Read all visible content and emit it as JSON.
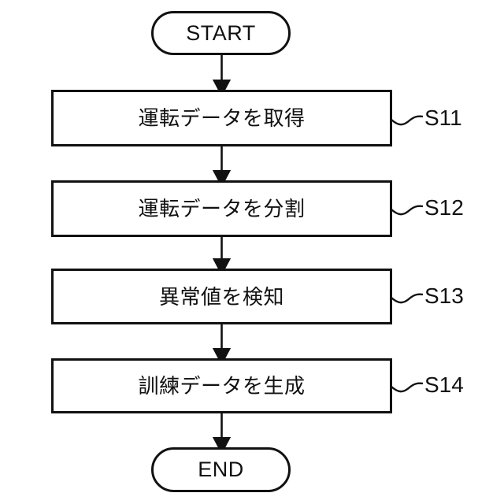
{
  "diagram": {
    "type": "flowchart",
    "orientation": "vertical",
    "background_color": "#ffffff",
    "stroke_color": "#111111",
    "nodes": [
      {
        "id": "start",
        "shape": "terminator",
        "label": "START"
      },
      {
        "id": "s11",
        "shape": "process",
        "label": "運転データを取得"
      },
      {
        "id": "s12",
        "shape": "process",
        "label": "運転データを分割"
      },
      {
        "id": "s13",
        "shape": "process",
        "label": "異常値を検知"
      },
      {
        "id": "s14",
        "shape": "process",
        "label": "訓練データを生成"
      },
      {
        "id": "end",
        "shape": "terminator",
        "label": "END"
      }
    ],
    "step_labels": [
      {
        "id": "s11",
        "text": "S11"
      },
      {
        "id": "s12",
        "text": "S12"
      },
      {
        "id": "s13",
        "text": "S13"
      },
      {
        "id": "s14",
        "text": "S14"
      }
    ],
    "connectors": [
      {
        "from": "start",
        "to": "s11",
        "arrow": "down"
      },
      {
        "from": "s11",
        "to": "s12",
        "arrow": "down"
      },
      {
        "from": "s12",
        "to": "s13",
        "arrow": "down"
      },
      {
        "from": "s13",
        "to": "s14",
        "arrow": "down"
      },
      {
        "from": "s14",
        "to": "end",
        "arrow": "down"
      }
    ]
  }
}
